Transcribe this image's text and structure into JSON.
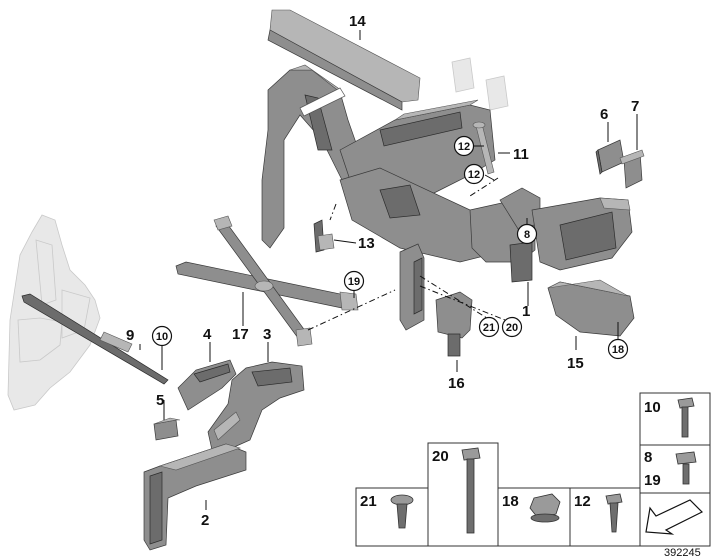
{
  "part_labels": {
    "p1": "1",
    "p2": "2",
    "p3": "3",
    "p4": "4",
    "p5": "5",
    "p6": "6",
    "p7": "7",
    "p8": "8",
    "p9": "9",
    "p10": "10",
    "p11": "11",
    "p12a": "12",
    "p12b": "12",
    "p13": "13",
    "p14": "14",
    "p15": "15",
    "p16": "16",
    "p17": "17",
    "p18": "18",
    "p19": "19",
    "p20": "20",
    "p21": "21"
  },
  "hardware_labels": {
    "h10": "10",
    "h8": "8",
    "h19": "19",
    "h20": "20",
    "h21": "21",
    "h18": "18",
    "h12": "12"
  },
  "reference_number": "392245",
  "colors": {
    "part": "#8e8e8e",
    "ghost": "#e8e8e8",
    "text": "#111111"
  }
}
